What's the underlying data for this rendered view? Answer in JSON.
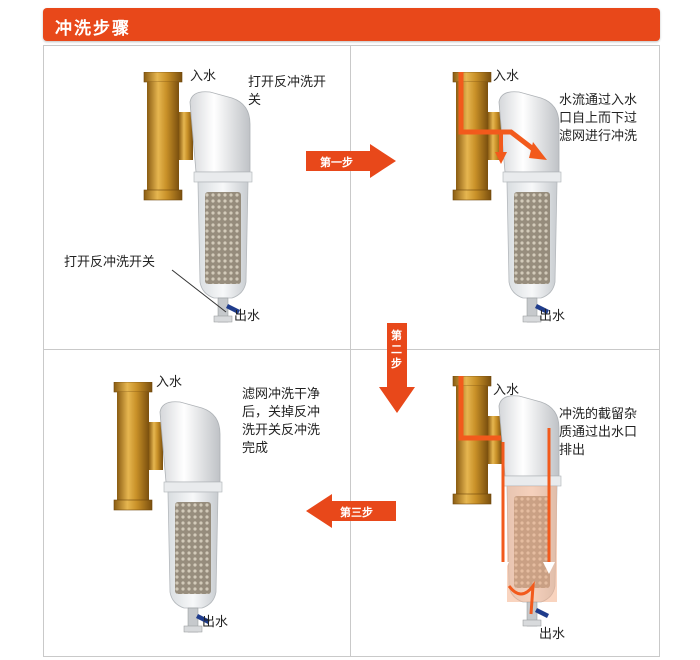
{
  "header": {
    "title": "冲洗步骤"
  },
  "panel1": {
    "inlet": "入水",
    "outlet": "出水",
    "note": "打开反冲洗开关",
    "valve_label": "打开反冲洗开关"
  },
  "panel2": {
    "inlet": "入水",
    "outlet": "出水",
    "note": "水流通过入水口自上而下过滤网进行冲洗"
  },
  "panel3": {
    "inlet": "入水",
    "outlet": "出水",
    "note": "冲洗的截留杂质通过出水口排出"
  },
  "panel4": {
    "inlet": "入水",
    "outlet": "出水",
    "note": "滤网冲洗干净后，关掉反冲洗开关反冲洗完成"
  },
  "steps": {
    "step1": "第一步",
    "step2": "第二步",
    "step3": "第三步"
  },
  "colors": {
    "accent": "#e8481a",
    "brass": "#c99a2e",
    "flow": "#f25a1c"
  }
}
